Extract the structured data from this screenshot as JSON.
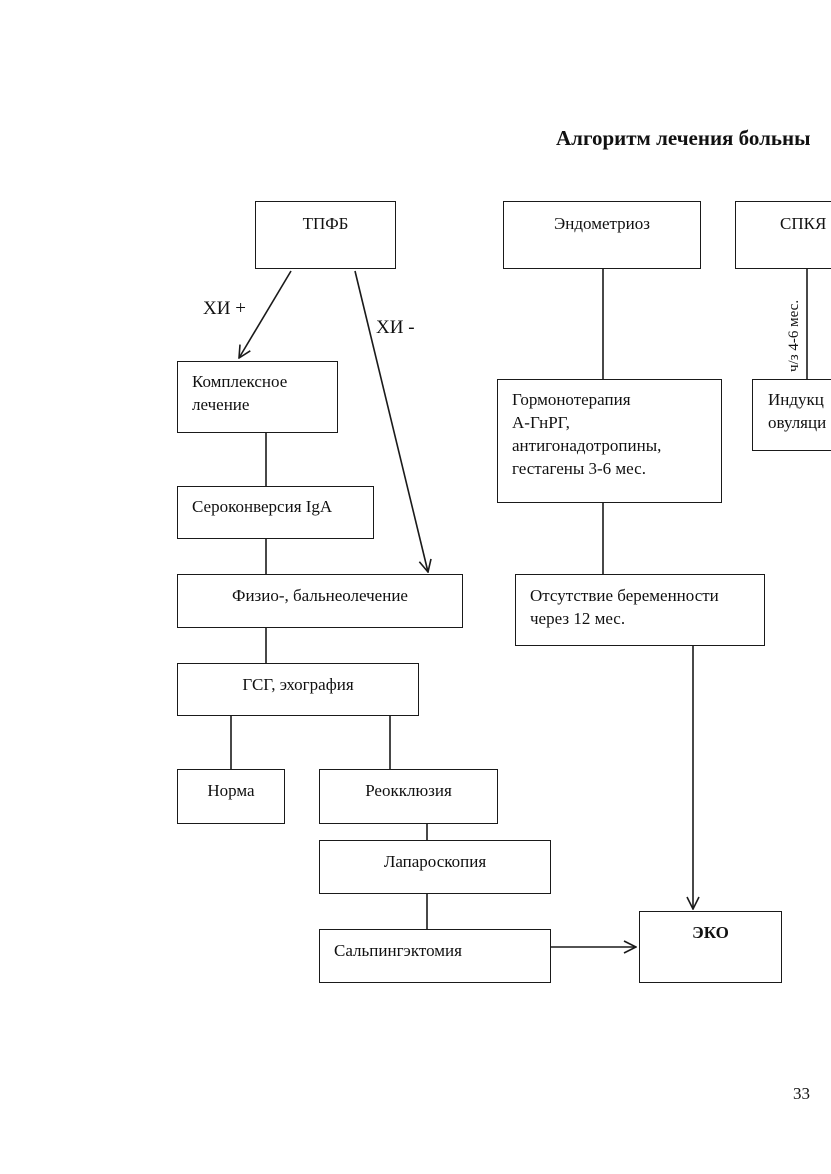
{
  "title": "Алгоритм лечения больны",
  "boxes": {
    "tpfb": "ТПФБ",
    "endometriosis": "Эндометриоз",
    "spky": "СПКЯ",
    "complex_treatment": "Комплексное\nлечение",
    "seroconversion": "Сероконверсия IgA",
    "physio": "Физио-, бальнеолечение",
    "gsg": "ГСГ, эхография",
    "norm": "Норма",
    "reocclusion": "Реокклюзия",
    "laparoscopy": "Лапароскопия",
    "salpingectomy": "Сальпингэктомия",
    "hormone_therapy": "Гормонотерапия\nА-ГнРГ,\nантигонадотропины,\nгестагены 3-6 мес.",
    "no_pregnancy": "Отсутствие беременности\nчерез 12 мес.",
    "ovulation_induction": "Индукц\nовуляци",
    "eko": "ЭКО"
  },
  "labels": {
    "hi_plus": "ХИ +",
    "hi_minus": "ХИ -",
    "interval": "ч/з 4-6 мес."
  },
  "page_number": "33"
}
